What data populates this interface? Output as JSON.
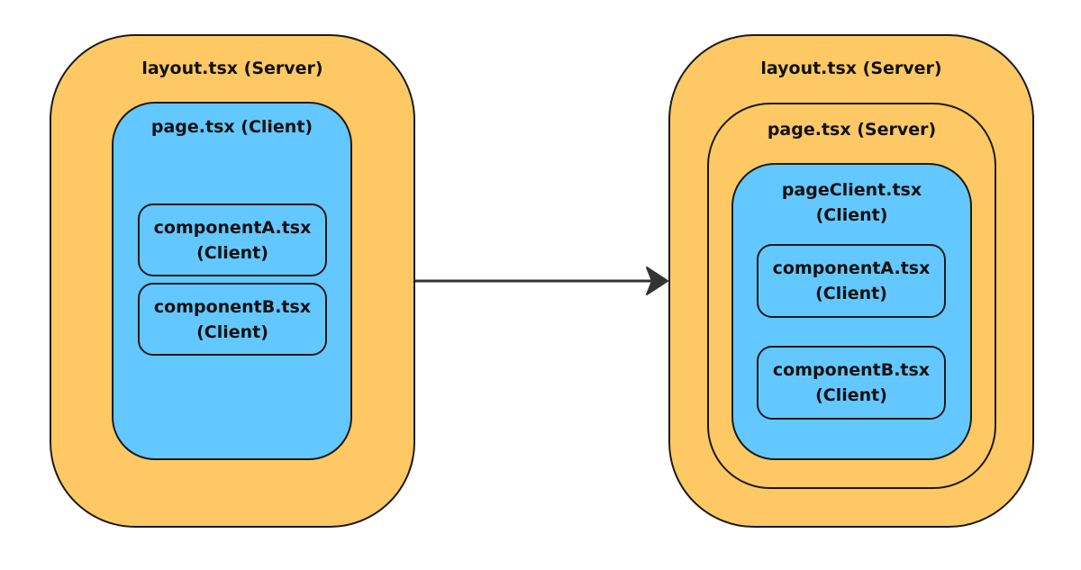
{
  "left": {
    "layout_label": "layout.tsx (Server)",
    "page_label": "page.tsx (Client)",
    "component_a": {
      "name": "componentA.tsx",
      "kind": "(Client)"
    },
    "component_b": {
      "name": "componentB.tsx",
      "kind": "(Client)"
    }
  },
  "right": {
    "layout_label": "layout.tsx (Server)",
    "page_label": "page.tsx (Server)",
    "page_client": {
      "name": "pageClient.tsx",
      "kind": "(Client)"
    },
    "component_a": {
      "name": "componentA.tsx",
      "kind": "(Client)"
    },
    "component_b": {
      "name": "componentB.tsx",
      "kind": "(Client)"
    }
  },
  "colors": {
    "server": "#fec964",
    "client": "#63c8ff",
    "stroke": "#1a1a1a"
  }
}
